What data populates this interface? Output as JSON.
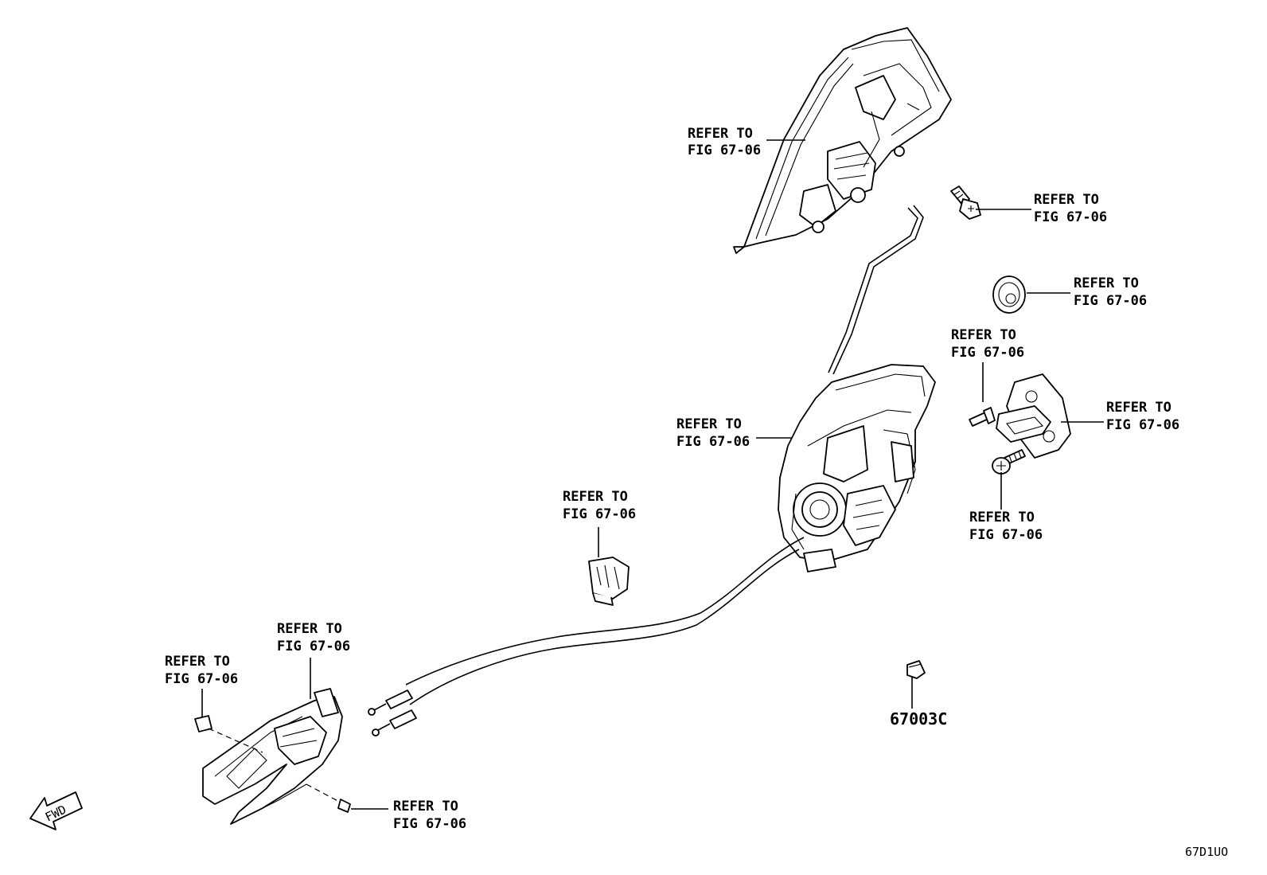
{
  "callouts": [
    {
      "id": "c1",
      "line1": "REFER TO",
      "line2": "FIG 67-06"
    },
    {
      "id": "c2",
      "line1": "REFER TO",
      "line2": "FIG 67-06"
    },
    {
      "id": "c3",
      "line1": "REFER TO",
      "line2": "FIG 67-06"
    },
    {
      "id": "c4",
      "line1": "REFER TO",
      "line2": "FIG 67-06"
    },
    {
      "id": "c5",
      "line1": "REFER TO",
      "line2": "FIG 67-06"
    },
    {
      "id": "c6",
      "line1": "REFER TO",
      "line2": "FIG 67-06"
    },
    {
      "id": "c7",
      "line1": "REFER TO",
      "line2": "FIG 67-06"
    },
    {
      "id": "c8",
      "line1": "REFER TO",
      "line2": "FIG 67-06"
    },
    {
      "id": "c9",
      "line1": "REFER TO",
      "line2": "FIG 67-06"
    },
    {
      "id": "c10",
      "line1": "REFER TO",
      "line2": "FIG 67-06"
    },
    {
      "id": "c11",
      "line1": "REFER TO",
      "line2": "FIG 67-06"
    }
  ],
  "part_number_label": "67003C",
  "fwd_arrow_label": "FWD",
  "figure_code": "67D1UO"
}
